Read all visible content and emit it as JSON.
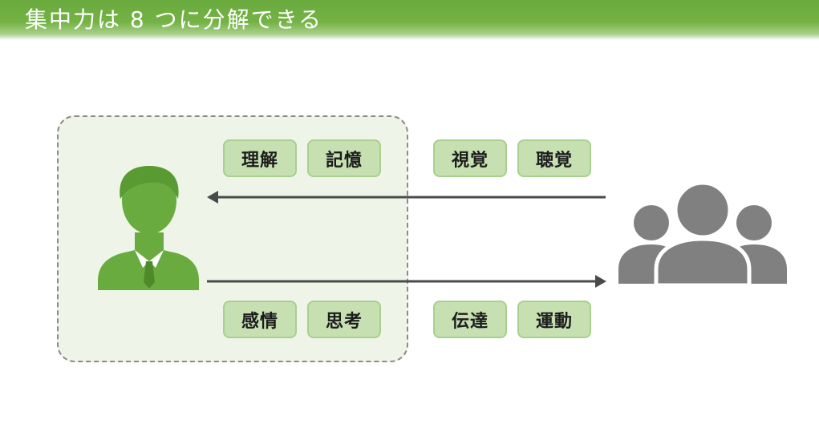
{
  "title": "集中力は 8 つに分解できる",
  "colors": {
    "accent_green": "#6aaa3e",
    "person_green": "#6aab3f",
    "chip_fill": "#c6e0b2",
    "group_gray": "#808080",
    "arrow_gray": "#4a4a4a"
  },
  "icons": {
    "self": "person-icon",
    "others": "group-icon"
  },
  "chips": {
    "understanding": "理解",
    "memory": "記憶",
    "vision": "視覚",
    "hearing": "聴覚",
    "emotion": "感情",
    "thinking": "思考",
    "communication": "伝達",
    "movement": "運動"
  }
}
